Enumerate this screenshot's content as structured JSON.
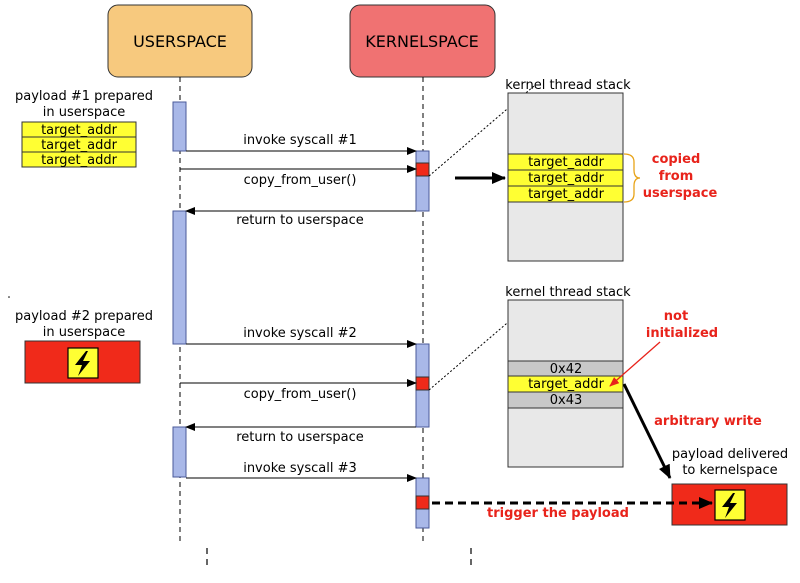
{
  "actors": {
    "userspace": "USERSPACE",
    "kernelspace": "KERNELSPACE"
  },
  "payload1": {
    "line1": "payload #1 prepared",
    "line2": "in userspace",
    "cells": [
      "target_addr",
      "target_addr",
      "target_addr"
    ]
  },
  "payload2": {
    "line1": "payload #2 prepared",
    "line2": "in userspace"
  },
  "messages": {
    "syscall1": "invoke syscall #1",
    "copy1": "copy_from_user()",
    "return1": "return to userspace",
    "syscall2": "invoke syscall #2",
    "copy2": "copy_from_user()",
    "return2": "return to userspace",
    "syscall3": "invoke syscall #3"
  },
  "stack1": {
    "title": "kernel thread stack",
    "cells": [
      "target_addr",
      "target_addr",
      "target_addr"
    ],
    "note": [
      "copied",
      "from",
      "userspace"
    ]
  },
  "stack2": {
    "title": "kernel thread stack",
    "cells": [
      "0x42",
      "target_addr",
      "0x43"
    ],
    "note": [
      "not",
      "initialized"
    ]
  },
  "annotations": {
    "arbitrary_write": "arbitrary write",
    "delivered1": "payload delivered",
    "delivered2": "to kernelspace",
    "trigger": "trigger the payload"
  },
  "colors": {
    "user_box": "#f7c97e",
    "kernel_box": "#f07272",
    "activation": "#a9b8e8",
    "payload_cell": "#ffff33",
    "payload_red": "#f02a1a",
    "stack_fill": "#e8e8e8",
    "gray_cell": "#c8c8c8",
    "annotation_red": "#e8231b"
  },
  "icons": [
    "lightning-icon"
  ]
}
